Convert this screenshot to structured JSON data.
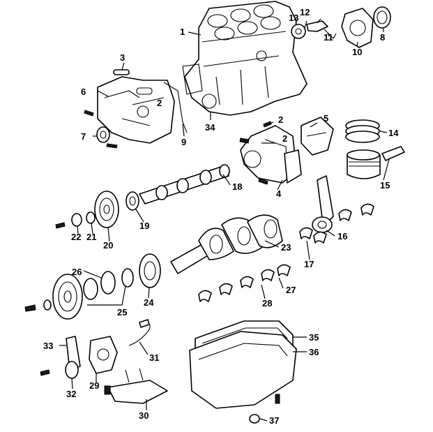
{
  "callouts": [
    "1",
    "2",
    "3",
    "4",
    "5",
    "6",
    "7",
    "8",
    "9",
    "10",
    "11",
    "12",
    "13",
    "14",
    "15",
    "16",
    "17",
    "18",
    "19",
    "20",
    "21",
    "22",
    "23",
    "24",
    "25",
    "26",
    "27",
    "28",
    "29",
    "30",
    "31",
    "32",
    "33",
    "34",
    "35",
    "36",
    "37"
  ]
}
